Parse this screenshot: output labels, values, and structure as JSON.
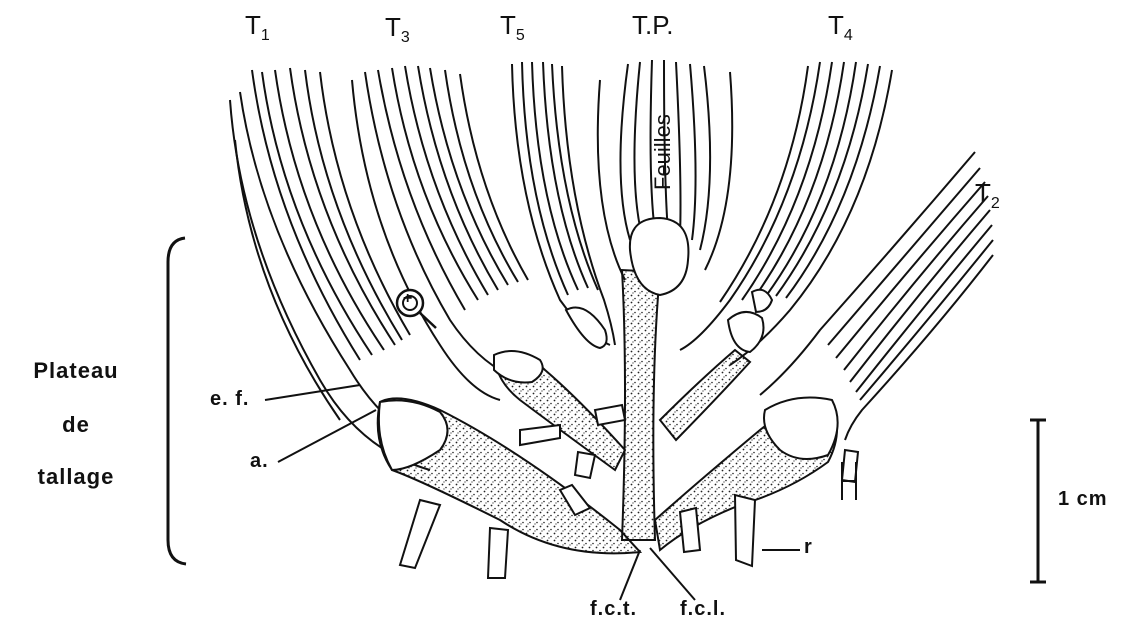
{
  "labels": {
    "t1": {
      "base": "T",
      "sub": "1"
    },
    "t3": {
      "base": "T",
      "sub": "3"
    },
    "t5": {
      "base": "T",
      "sub": "5"
    },
    "tp": "T.P.",
    "t4": {
      "base": "T",
      "sub": "4"
    },
    "t2": {
      "base": "T",
      "sub": "2"
    },
    "leaves": "Feuilles",
    "plateau_line1": "Plateau",
    "plateau_line2": "de",
    "plateau_line3": "tallage",
    "ef": "e. f.",
    "a": "a.",
    "r": "r",
    "fct": "f.c.t.",
    "fcl": "f.c.l.",
    "scale": "1 cm",
    "circle_mark": "+"
  }
}
